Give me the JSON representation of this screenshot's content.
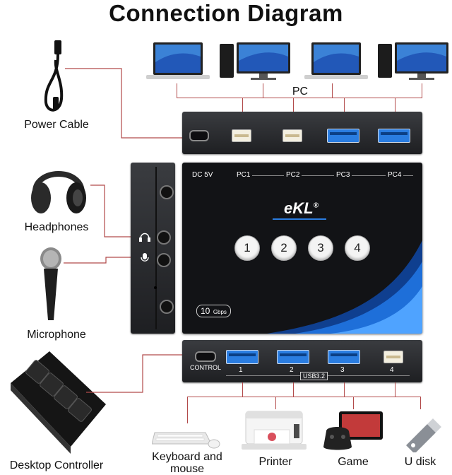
{
  "title": "Connection Diagram",
  "pc_label": "PC",
  "power_cable_label": "Power Cable",
  "headphones_label": "Headphones",
  "microphone_label": "Microphone",
  "desktop_controller_label": "Desktop Controller",
  "keyboard_label_line1": "Keyboard and",
  "keyboard_label_line2": "mouse",
  "printer_label": "Printer",
  "game_label": "Game",
  "udisk_label": "U disk",
  "device": {
    "brand": "eKL",
    "registered": "®",
    "dc_label": "DC 5V",
    "pc_ports": [
      "PC1",
      "PC2",
      "PC3",
      "PC4"
    ],
    "buttons": [
      "1",
      "2",
      "3",
      "4"
    ],
    "speed_value": "10",
    "speed_unit": "Gbps",
    "control_label": "CONTROL",
    "usb_ports": [
      "1",
      "2",
      "3",
      "4"
    ],
    "usb_label": "USB3.2"
  },
  "colors": {
    "wire": "#b24a4a",
    "accent_blue": "#2a7de1"
  }
}
